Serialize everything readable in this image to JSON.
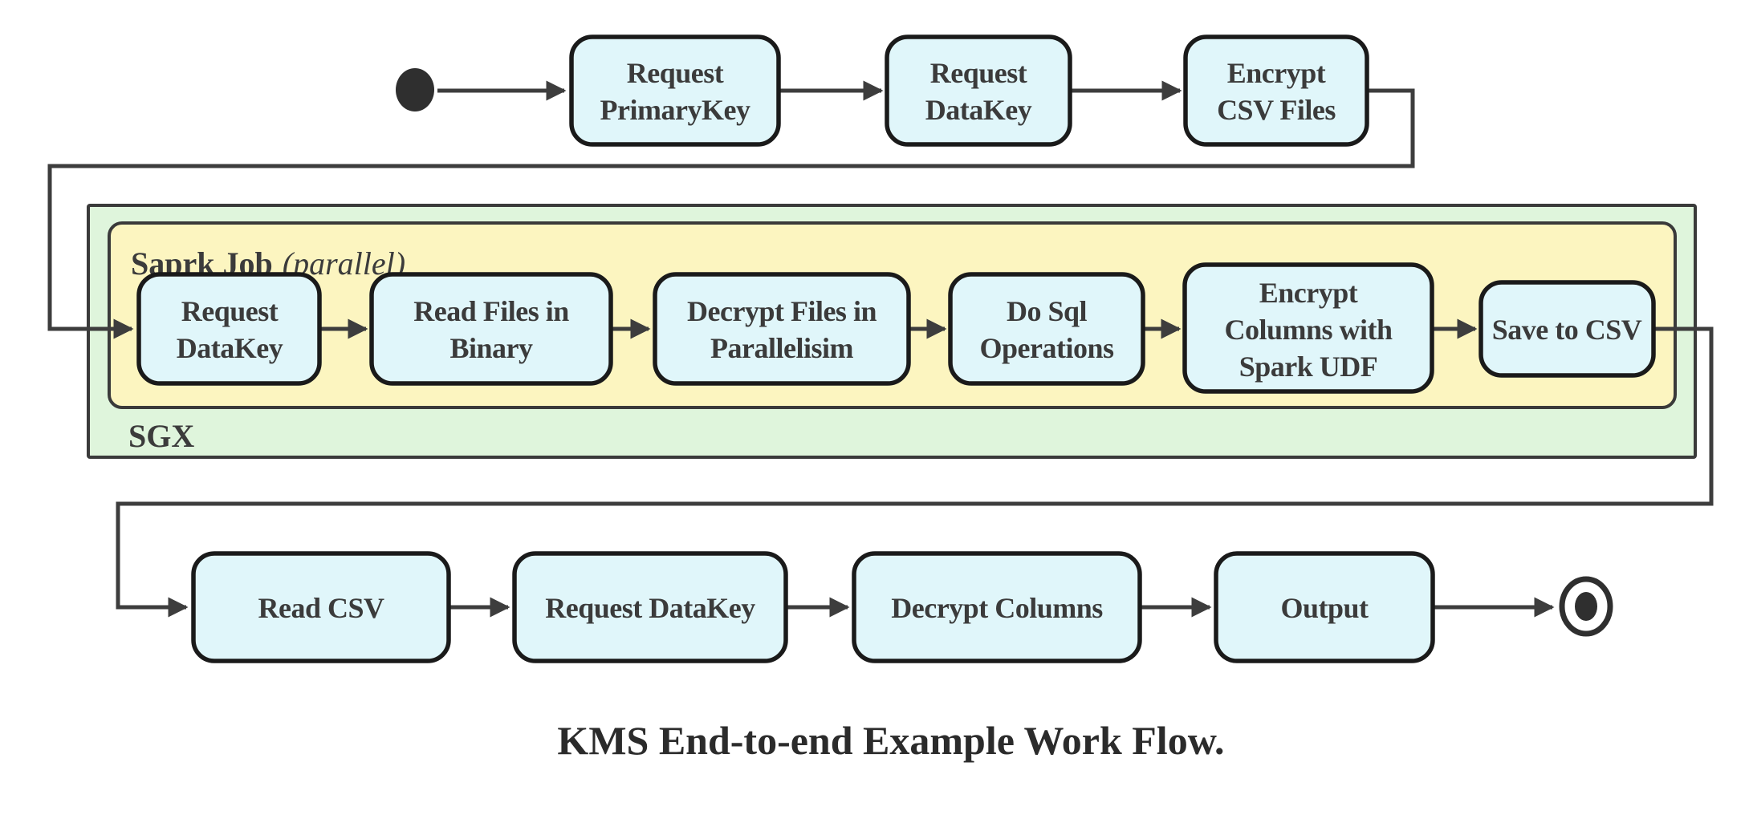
{
  "diagram": {
    "title": "KMS End-to-end Example Work Flow.",
    "palette": {
      "node_fill": "#e0f6fa",
      "node_border": "#1a1a1a",
      "sgx_fill": "#dff5dc",
      "spark_fill": "#fcf5c0",
      "container_border": "#3a3a3a",
      "arrow": "#3d3d3d",
      "text": "#3b3b3b"
    },
    "start_node": "initial-state",
    "end_node": "final-state",
    "containers": {
      "spark": {
        "label": "Saprk Job",
        "note": "(parallel)"
      },
      "sgx": {
        "label": "SGX"
      }
    },
    "top_row": [
      {
        "id": "request-primarykey",
        "lines": [
          "Request",
          "PrimaryKey"
        ]
      },
      {
        "id": "request-datakey",
        "lines": [
          "Request",
          "DataKey"
        ]
      },
      {
        "id": "encrypt-csv-files",
        "lines": [
          "Encrypt",
          "CSV Files"
        ]
      }
    ],
    "sgx_row": [
      {
        "id": "request-datakey-sgx",
        "lines": [
          "Request",
          "DataKey"
        ]
      },
      {
        "id": "read-files-in-binary",
        "lines": [
          "Read Files in",
          "Binary"
        ]
      },
      {
        "id": "decrypt-files-in-parallelisim",
        "lines": [
          "Decrypt Files in",
          "Parallelisim"
        ]
      },
      {
        "id": "do-sql-operations",
        "lines": [
          "Do Sql",
          "Operations"
        ]
      },
      {
        "id": "encrypt-columns-with-spark-udf",
        "lines": [
          "Encrypt",
          "Columns with",
          "Spark UDF"
        ]
      },
      {
        "id": "save-to-csv",
        "lines": [
          "Save to CSV"
        ]
      }
    ],
    "bottom_row": [
      {
        "id": "read-csv",
        "lines": [
          "Read CSV"
        ]
      },
      {
        "id": "request-datakey-2",
        "lines": [
          "Request DataKey"
        ]
      },
      {
        "id": "decrypt-columns",
        "lines": [
          "Decrypt Columns"
        ]
      },
      {
        "id": "output",
        "lines": [
          "Output"
        ]
      }
    ]
  }
}
